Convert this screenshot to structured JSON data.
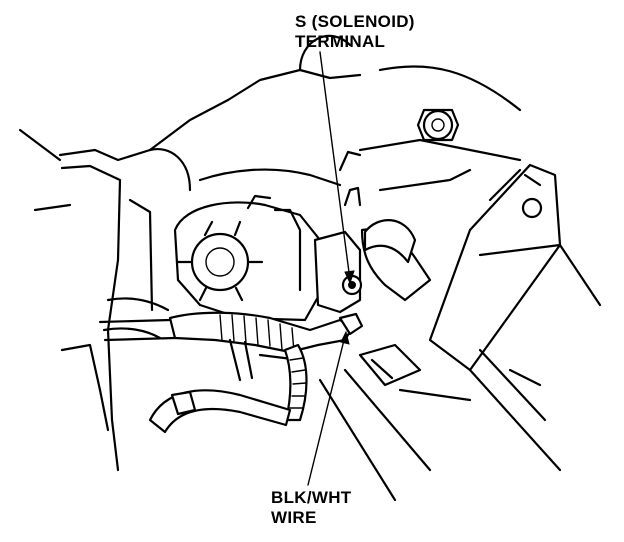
{
  "callouts": {
    "solenoid_terminal": {
      "line1": "S (SOLENOID)",
      "line2": "TERMINAL"
    },
    "wire": {
      "line1": "BLK/WHT",
      "line2": "WIRE"
    }
  }
}
